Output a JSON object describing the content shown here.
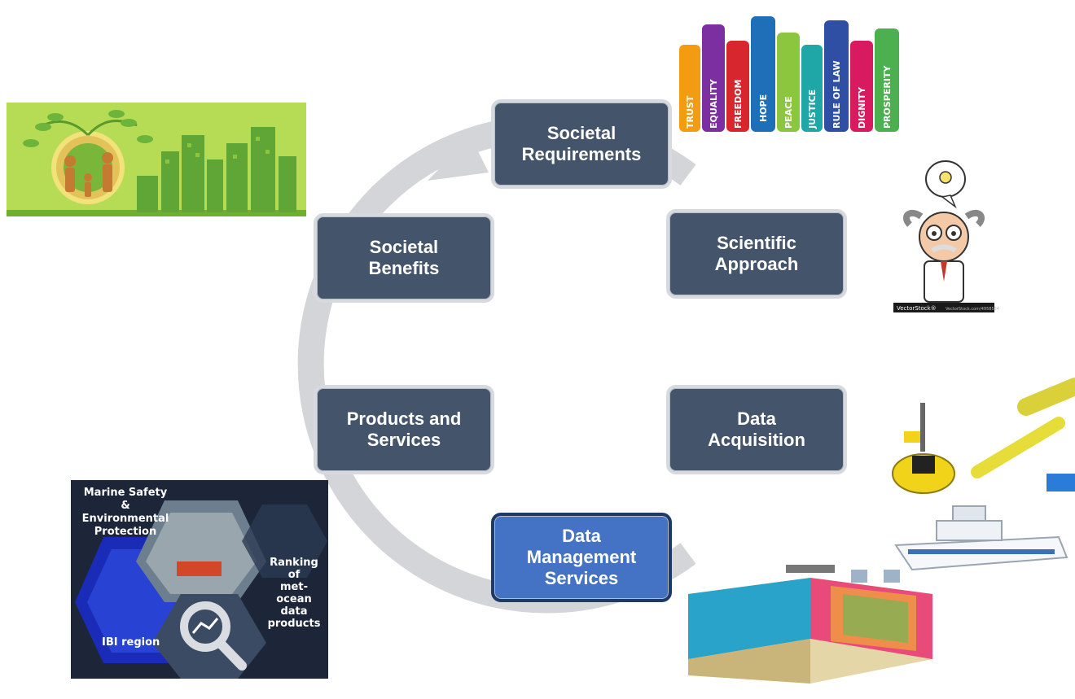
{
  "diagram": {
    "nodes": {
      "societal_requirements": "Societal\nRequirements",
      "scientific_approach": "Scientific\nApproach",
      "data_acquisition": "Data\nAcquisition",
      "data_management_services": "Data\nManagement\nServices",
      "products_and_services": "Products and\nServices",
      "societal_benefits": "Societal\nBenefits"
    },
    "colors": {
      "node": "#44546a",
      "active_node": "#4472c4",
      "cycle_arrow": "#d0d2d5"
    }
  },
  "hands_words": [
    "TRUST",
    "EQUALITY",
    "FREEDOM",
    "HOPE",
    "PEACE",
    "JUSTICE",
    "RULE OF LAW",
    "DIGNITY",
    "PROSPERITY"
  ],
  "scientist": {
    "watermark": "VectorStock®",
    "watermark_id": "VectorStock.com/4958534"
  },
  "ibi_panel": {
    "marine_safety": "Marine Safety &\nEnvironmental\nProtection",
    "ranking": "Ranking of\nmet-ocean\ndata\nproducts",
    "ibi_region": "IBI region"
  }
}
